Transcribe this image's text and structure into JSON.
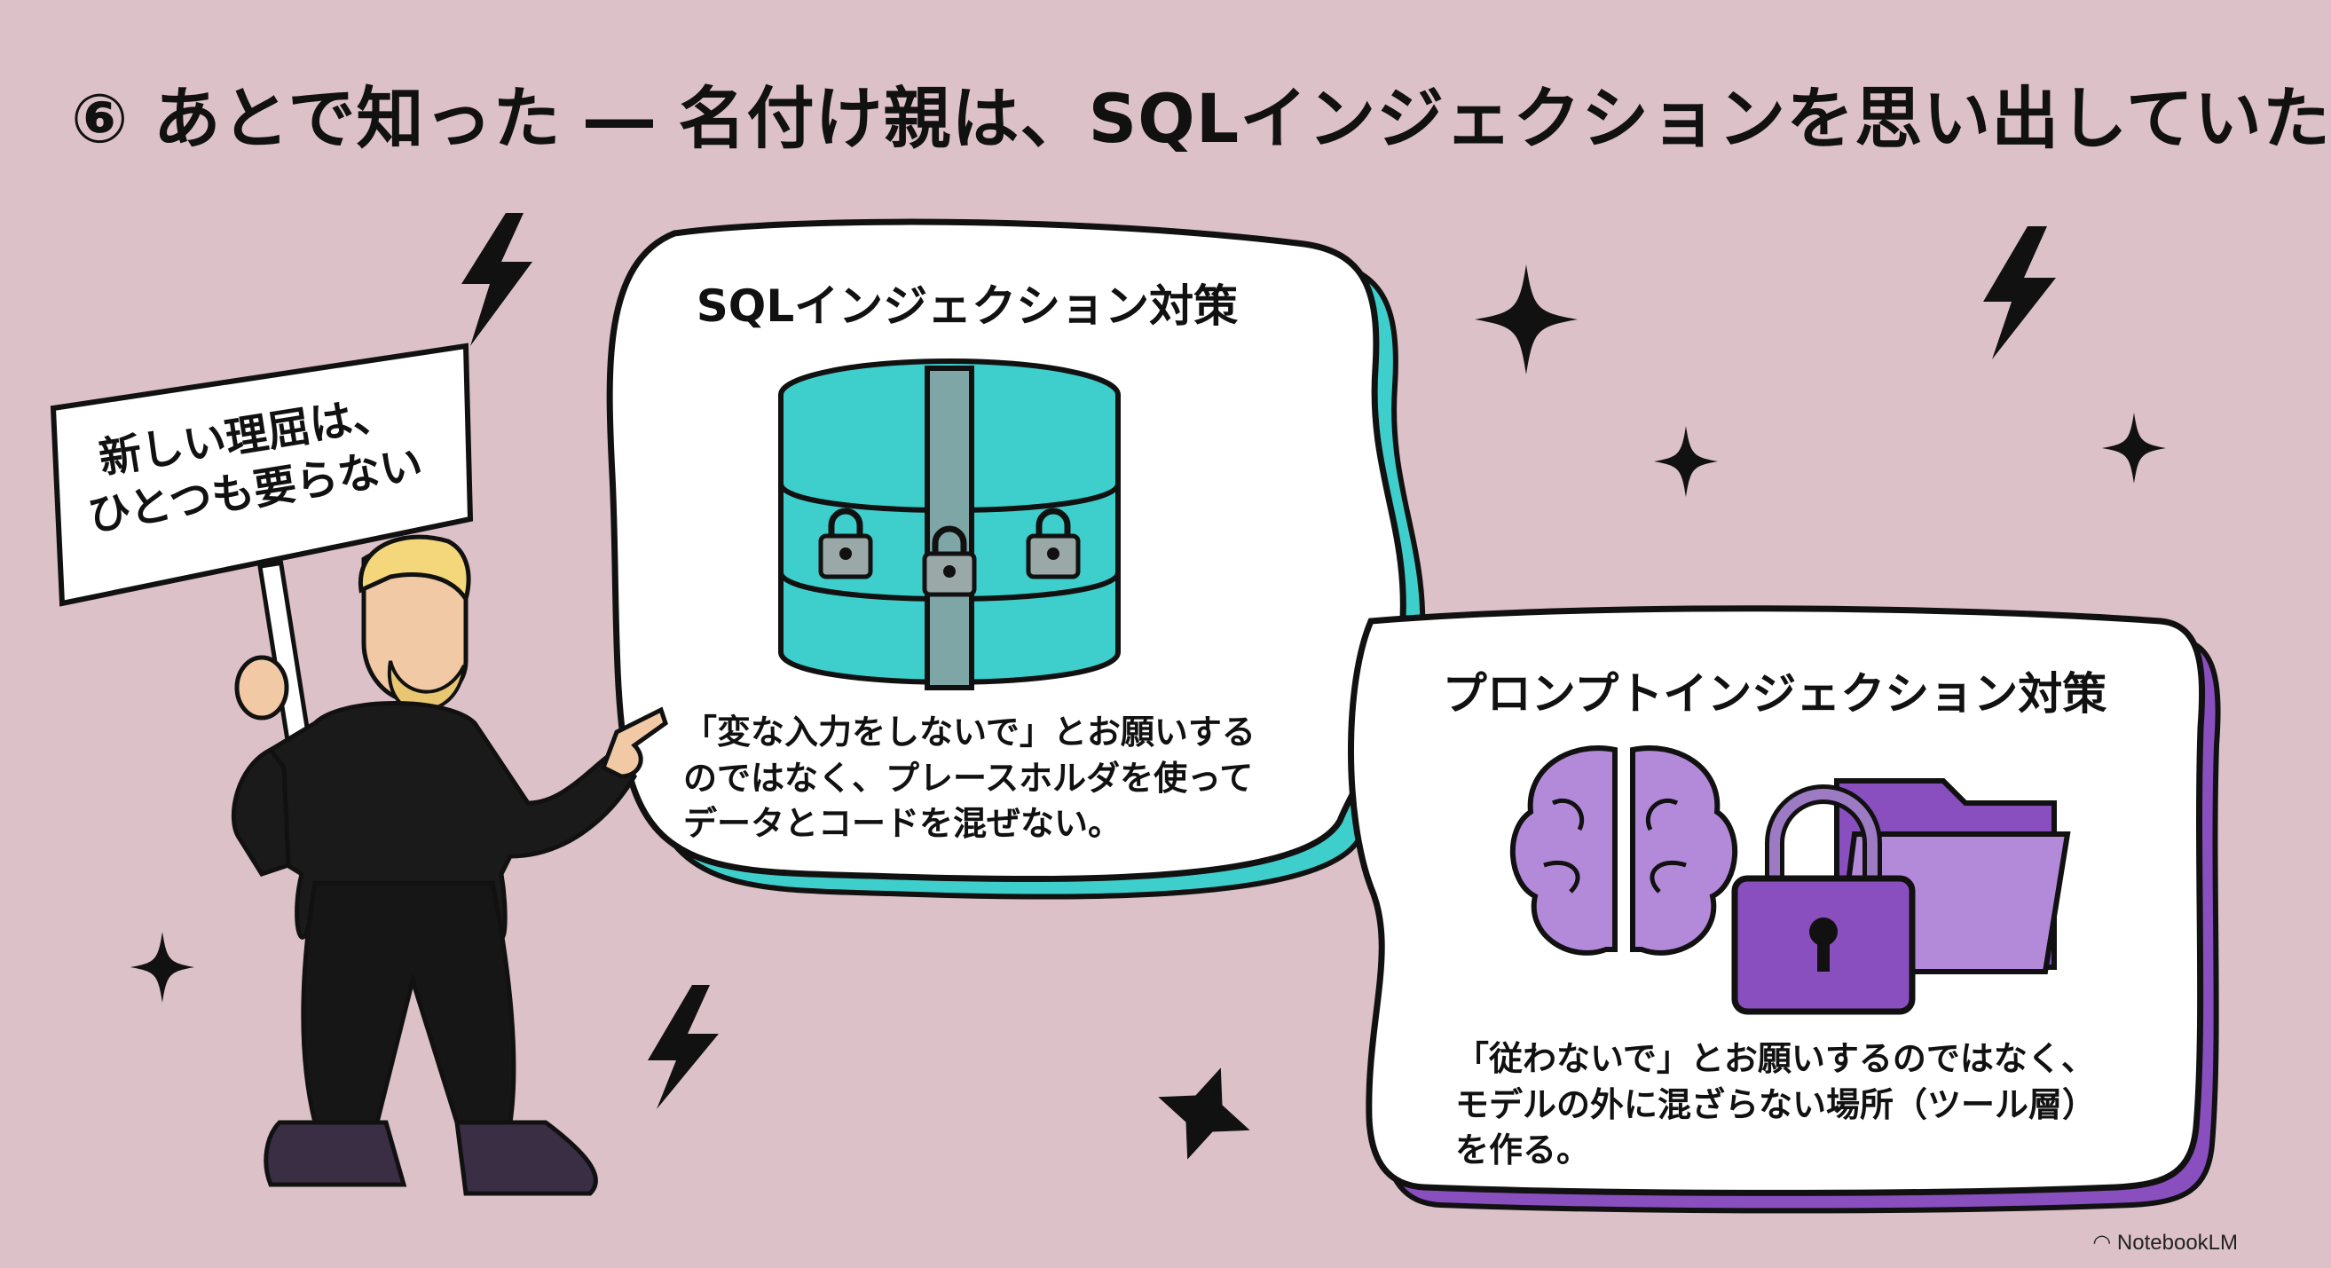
{
  "title": "⑥ あとで知った ― 名付け親は、SQLインジェクションを思い出していた",
  "sign": {
    "line1": "新しい理屈は、",
    "line2": "ひとつも要らない"
  },
  "sql_card": {
    "title": "SQLインジェクション対策",
    "body_lines": [
      "「変な入力をしないで」とお願いする",
      "のではなく、プレースホルダを使って",
      "データとコードを混ぜない。"
    ],
    "accent": "#3ecfcc"
  },
  "prompt_card": {
    "title": "プロンプトインジェクション対策",
    "body_lines": [
      "「従わないで」とお願いするのではなく、",
      "モデルの外に混ざらない場所（ツール層）",
      "を作る。"
    ],
    "accent": "#8a4fbe"
  },
  "brand": "NotebookLM",
  "icons": [
    "lightning-icon",
    "sparkle-icon",
    "database-lock-icon",
    "brain-icon",
    "padlock-icon",
    "folder-icon"
  ]
}
